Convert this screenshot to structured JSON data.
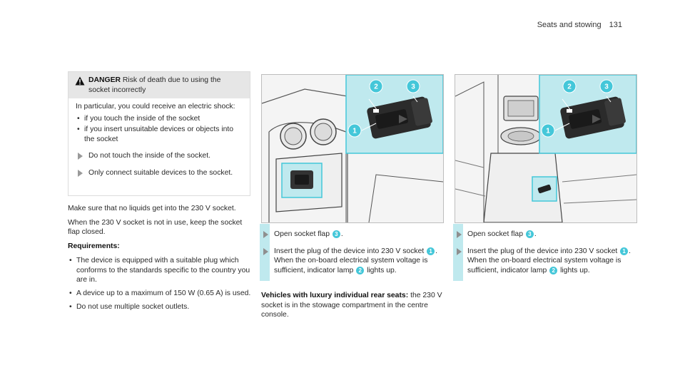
{
  "header": {
    "section": "Seats and stowing",
    "page_number": "131"
  },
  "warning": {
    "label": "DANGER",
    "title": "Risk of death due to using the socket incorrectly",
    "intro": "In particular, you could receive an electric shock:",
    "bullets": [
      "if you touch the inside of the socket",
      "if you insert unsuitable devices or objects into the socket"
    ],
    "steps": [
      "Do not touch the inside of the socket.",
      "Only connect suitable devices to the socket."
    ]
  },
  "left": {
    "para1": "Make sure that no liquids get into the 230 V socket.",
    "para2": "When the 230 V socket is not in use, keep the socket flap closed.",
    "req_title": "Requirements:",
    "requirements": [
      "The device is equipped with a suitable plug which conforms to the standards specific to the country you are in.",
      "A device up to a maximum of 150 W (0.65 A) is used.",
      "Do not use multiple socket outlets."
    ]
  },
  "figure1": {
    "callouts": [
      "1",
      "2",
      "3"
    ],
    "accent": "#bfe9ee"
  },
  "figure2": {
    "callouts": [
      "1",
      "2",
      "3"
    ],
    "accent": "#bfe9ee"
  },
  "mid": {
    "step1": {
      "text": "Open socket flap",
      "ref": "3",
      "end": "."
    },
    "step2": {
      "text_a": "Insert the plug of the device into 230 V socket",
      "ref_a": "1",
      "text_b": ". When the on-board electrical system voltage is sufficient, indicator lamp",
      "ref_b": "2",
      "text_c": "lights up."
    },
    "vehicles_bold": "Vehicles with luxury individual rear seats:",
    "vehicles_text": "the 230 V socket is in the stowage compartment in the centre console."
  },
  "right": {
    "step1": {
      "text": "Open socket flap",
      "ref": "3",
      "end": "."
    },
    "step2": {
      "text_a": "Insert the plug of the device into 230 V socket",
      "ref_a": "1",
      "text_b": ". When the on-board electrical system voltage is sufficient, indicator lamp",
      "ref_b": "2",
      "text_c": "lights up."
    }
  },
  "colors": {
    "cyan": "#44c7d9",
    "cyan_light": "#bfe9ee",
    "box_grey": "#e6e6e6"
  }
}
